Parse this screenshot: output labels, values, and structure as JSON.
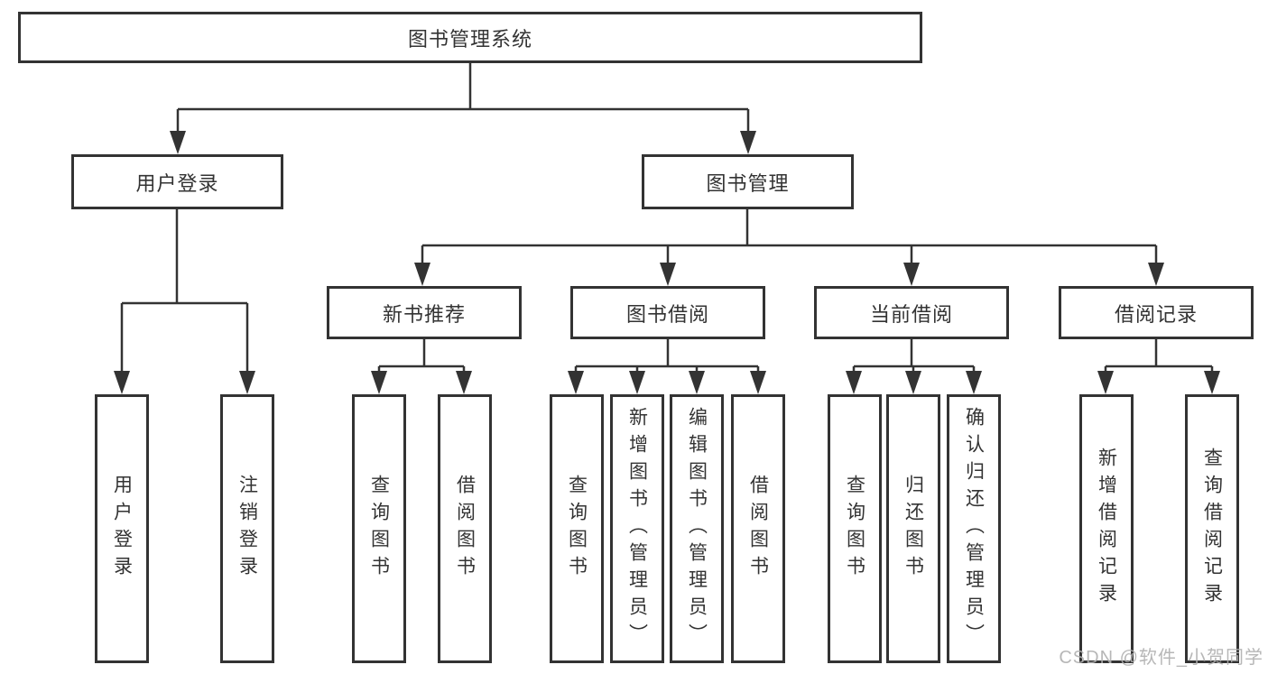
{
  "diagram_title": "图书管理系统",
  "nodes": {
    "root": "图书管理系统",
    "user_login": "用户登录",
    "book_mgmt": "图书管理",
    "new_book_rec": "新书推荐",
    "book_borrow": "图书借阅",
    "current_borrow": "当前借阅",
    "borrow_record": "借阅记录",
    "leaf_user_login": "用户登录",
    "leaf_logout": "注销登录",
    "leaf_query_book_rec": "查询图书",
    "leaf_borrow_book_rec": "借阅图书",
    "leaf_query_book_borrow": "查询图书",
    "leaf_add_book_admin": "新增图书（管理员）",
    "leaf_edit_book_admin": "编辑图书（管理员）",
    "leaf_borrow_book_borrow": "借阅图书",
    "leaf_query_book_current": "查询图书",
    "leaf_return_book": "归还图书",
    "leaf_confirm_return_admin": "确认归还（管理员）",
    "leaf_add_borrow_record": "新增借阅记录",
    "leaf_query_borrow_record": "查询借阅记录"
  },
  "watermark": "CSDN @软件_小贺同学",
  "colors": {
    "line": "#333333",
    "text": "#333333",
    "box_background": "#ffffff",
    "watermark": "#b0b0b0"
  }
}
